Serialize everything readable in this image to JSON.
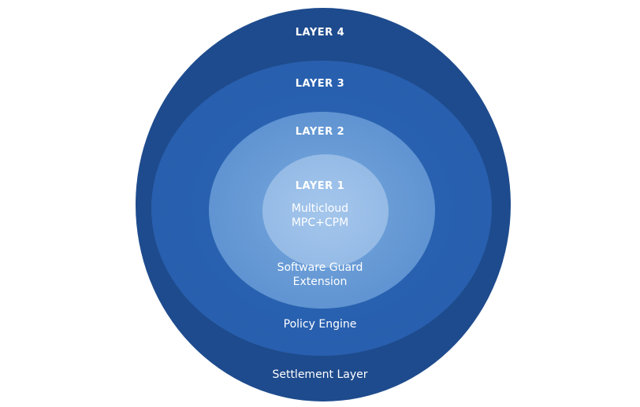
{
  "layers": [
    {
      "title": "LAYER 1",
      "description_lines": [
        "Multicloud",
        "MPC+CPM"
      ]
    },
    {
      "title": "LAYER 2",
      "description_lines": [
        "Software Guard",
        "Extension"
      ]
    },
    {
      "title": "LAYER 3",
      "description_lines": [
        "Policy Engine"
      ]
    },
    {
      "title": "LAYER 4",
      "description_lines": [
        "Settlement Layer"
      ]
    }
  ],
  "colors": {
    "layer4": "#1e4b8d",
    "layer3": "#2a66b5",
    "layer2": "#5f93d1",
    "layer1": "#95bbe6",
    "text": "#ffffff"
  }
}
